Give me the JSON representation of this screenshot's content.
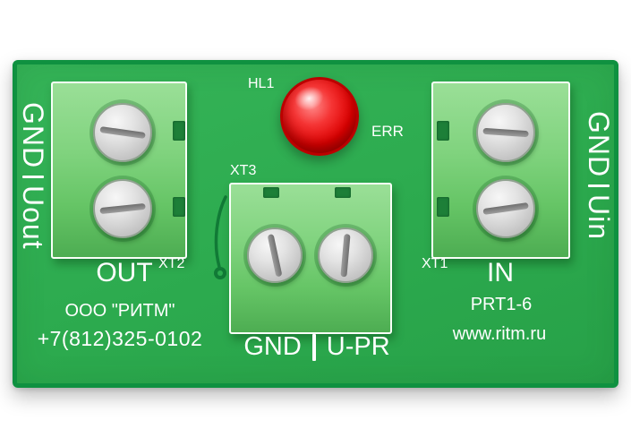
{
  "colors": {
    "board_green": "#2CAA4E",
    "board_edge_green": "#0F9140",
    "terminal_block_green": "#7FD37E",
    "led_red": "#DD0000",
    "silkscreen_white": "#FFFFFF",
    "screw_gray": "#CFCFCF"
  },
  "led": {
    "ref": "HL1",
    "label": "ERR"
  },
  "blocks": {
    "out": {
      "ref": "XT2",
      "label": "OUT",
      "pin_top": "GND",
      "pin_bottom": "Uout"
    },
    "pr": {
      "ref": "XT3",
      "pin_left": "GND",
      "pin_right": "U-PR"
    },
    "in": {
      "ref": "XT1",
      "label": "IN",
      "pin_top": "GND",
      "pin_bottom": "Uin"
    }
  },
  "silkscreen": {
    "company": "ООО \"РИТМ\"",
    "phone": "+7(812)325-0102",
    "model": "PRT1-6",
    "website": "www.ritm.ru"
  }
}
